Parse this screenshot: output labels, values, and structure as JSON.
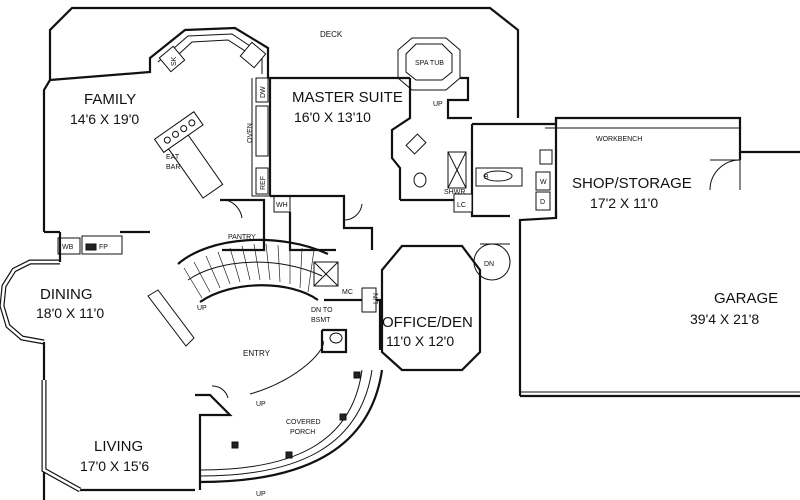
{
  "rooms": {
    "family": {
      "name": "FAMILY",
      "dims": "14'6 X 19'0"
    },
    "master": {
      "name": "MASTER SUITE",
      "dims": "16'0 X 13'10"
    },
    "shop": {
      "name": "SHOP/STORAGE",
      "dims": "17'2 X 11'0"
    },
    "garage": {
      "name": "GARAGE",
      "dims": "39'4 X 21'8"
    },
    "dining": {
      "name": "DINING",
      "dims": "18'0 X 11'0"
    },
    "office": {
      "name": "OFFICE/DEN",
      "dims": "11'0 X 12'0"
    },
    "living": {
      "name": "LIVING",
      "dims": "17'0 X 15'6"
    }
  },
  "labels": {
    "deck": "DECK",
    "spa_tub": "SPA TUB",
    "workbench": "WORKBENCH",
    "entry": "ENTRY",
    "covered_porch_1": "COVERED",
    "covered_porch_2": "PORCH",
    "pantry": "PANTRY",
    "eat_bar_1": "EAT",
    "eat_bar_2": "BAR",
    "oven": "OVEN",
    "dw": "DW",
    "ref": "REF",
    "sink": "SK",
    "wh": "WH",
    "lc": "LC",
    "shwr": "SHWR",
    "wb": "WB",
    "fp": "FP",
    "mc": "MC",
    "lin": "LIN",
    "dn": "DN",
    "dn_bsmt_1": "DN TO",
    "dn_bsmt_2": "BSMT",
    "up_stair": "UP",
    "up_spa": "UP",
    "up_porch": "UP",
    "up_front": "UP",
    "washer": "W",
    "dryer": "D",
    "tub": "B"
  }
}
